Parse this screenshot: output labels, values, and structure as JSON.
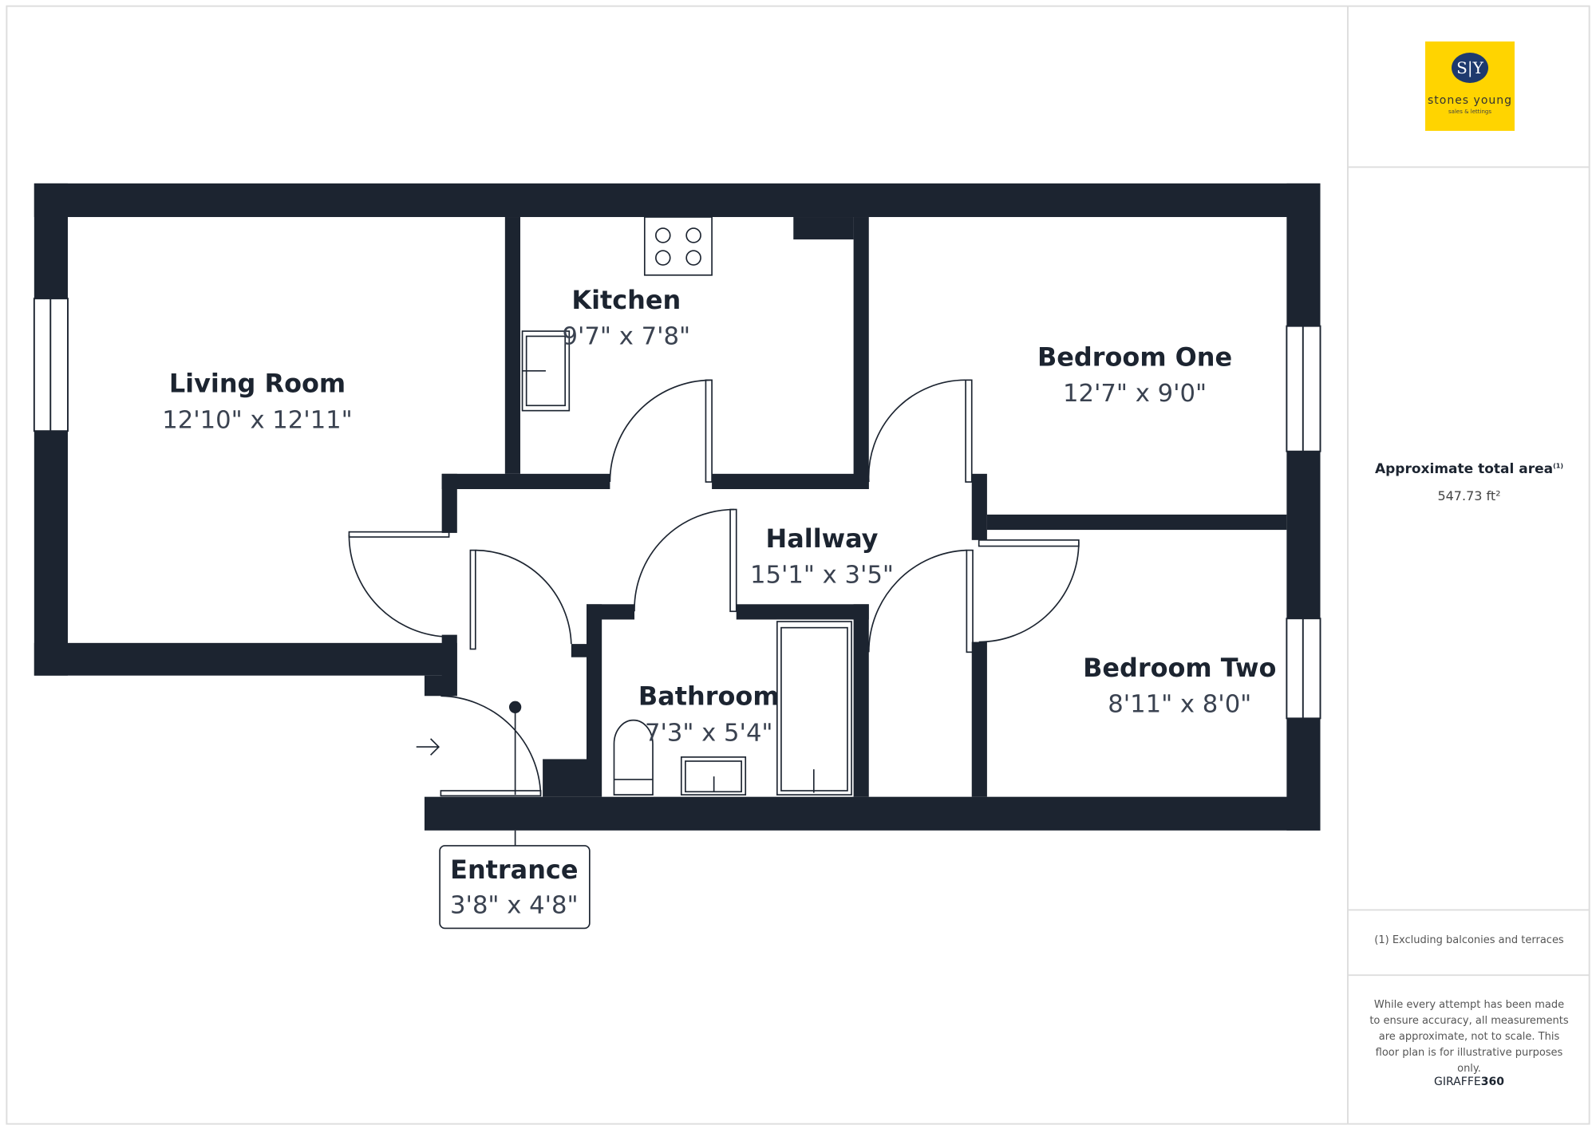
{
  "rooms": [
    {
      "name": "Living Room",
      "dims": "12'10\" x 12'11\""
    },
    {
      "name": "Kitchen",
      "dims": "9'7\" x 7'8\""
    },
    {
      "name": "Bedroom One",
      "dims": "12'7\" x 9'0\""
    },
    {
      "name": "Hallway",
      "dims": "15'1\" x 3'5\""
    },
    {
      "name": "Bathroom",
      "dims": "7'3\" x 5'4\""
    },
    {
      "name": "Bedroom Two",
      "dims": "8'11\" x 8'0\""
    },
    {
      "name": "Entrance",
      "dims": "3'8\" x 4'8\""
    }
  ],
  "logo": {
    "initials": "S|Y",
    "name": "stones young",
    "tagline": "sales & lettings"
  },
  "area": {
    "label": "Approximate total area",
    "footnote_mark": "(1)",
    "value": "547.73 ft²"
  },
  "footnote": "(1) Excluding balconies and terraces",
  "disclaimer": "While every attempt has been made to ensure accuracy, all measurements are approximate, not to scale. This floor plan is for illustrative purposes only.",
  "brand": {
    "part1": "GIRAFFE",
    "part2": "360"
  },
  "colors": {
    "wall": "#1c2430",
    "logo_bg": "#ffd400",
    "logo_circle": "#1e3a6e"
  }
}
